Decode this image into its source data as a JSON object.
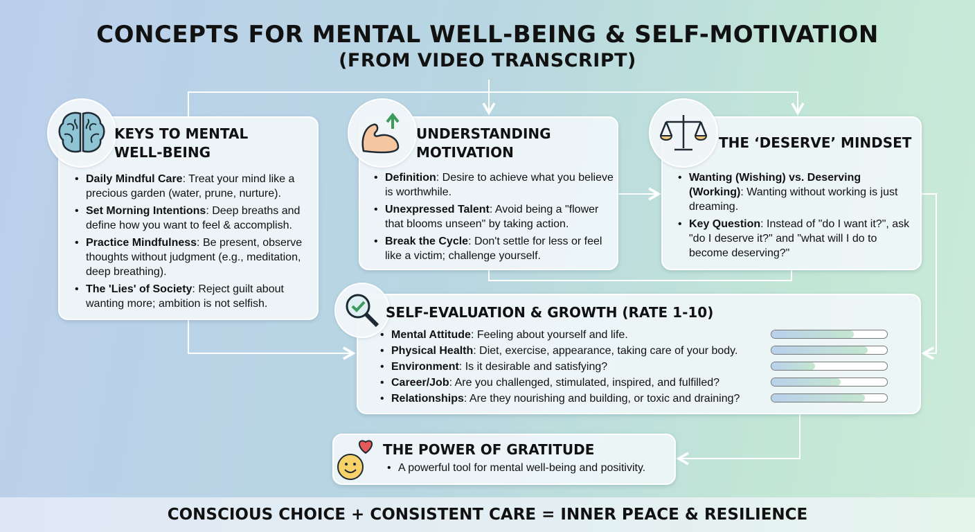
{
  "title": {
    "line1": "CONCEPTS FOR MENTAL WELL-BEING & SELF-MOTIVATION",
    "line2": "(FROM VIDEO TRANSCRIPT)"
  },
  "keys": {
    "title": "KEYS TO MENTAL WELL-BEING",
    "items": [
      {
        "term": "Daily Mindful Care",
        "text": ": Treat your mind like a precious garden (water, prune, nurture)."
      },
      {
        "term": "Set Morning Intentions",
        "text": ": Deep breaths and define how you want to feel & accomplish."
      },
      {
        "term": "Practice Mindfulness",
        "text": ": Be present, observe thoughts without judgment (e.g., meditation, deep breathing)."
      },
      {
        "term": "The 'Lies' of Society",
        "text": ": Reject guilt about wanting more; ambition is not selfish."
      }
    ]
  },
  "motivation": {
    "title": "UNDERSTANDING MOTIVATION",
    "items": [
      {
        "term": "Definition",
        "text": ": Desire to achieve what you believe is worthwhile."
      },
      {
        "term": "Unexpressed Talent",
        "text": ": Avoid being a \"flower that blooms unseen\" by taking action."
      },
      {
        "term": "Break the Cycle",
        "text": ": Don't settle for less or feel like a victim; challenge yourself."
      }
    ]
  },
  "deserve": {
    "title": "THE ‘DESERVE’ MINDSET",
    "items": [
      {
        "term": "Wanting (Wishing) vs. Deserving (Working)",
        "text": ": Wanting without working is just dreaming."
      },
      {
        "term": "Key Question",
        "text": ": Instead of \"do I want it?\", ask \"do I deserve it?\" and \"what will I do to become deserving?\""
      }
    ]
  },
  "evaluation": {
    "title": "SELF-EVALUATION & GROWTH (RATE 1-10)",
    "items": [
      {
        "term": "Mental Attitude",
        "text": ": Feeling about yourself and life.",
        "rating": 0.71
      },
      {
        "term": "Physical Health",
        "text": ": Diet, exercise, appearance, taking care of your body.",
        "rating": 0.83
      },
      {
        "term": "Environment",
        "text": ": Is it desirable and satisfying?",
        "rating": 0.38
      },
      {
        "term": "Career/Job",
        "text": ": Are you challenged, stimulated, inspired, and fulfilled?",
        "rating": 0.6
      },
      {
        "term": "Relationships",
        "text": ": Are they nourishing and building, or toxic and draining?",
        "rating": 0.81
      }
    ]
  },
  "gratitude": {
    "title": "THE POWER OF GRATITUDE",
    "items": [
      {
        "text": "A powerful tool for mental well-being and positivity."
      }
    ]
  },
  "footer": "CONSCIOUS CHOICE + CONSISTENT CARE = INNER PEACE & RESILIENCE"
}
